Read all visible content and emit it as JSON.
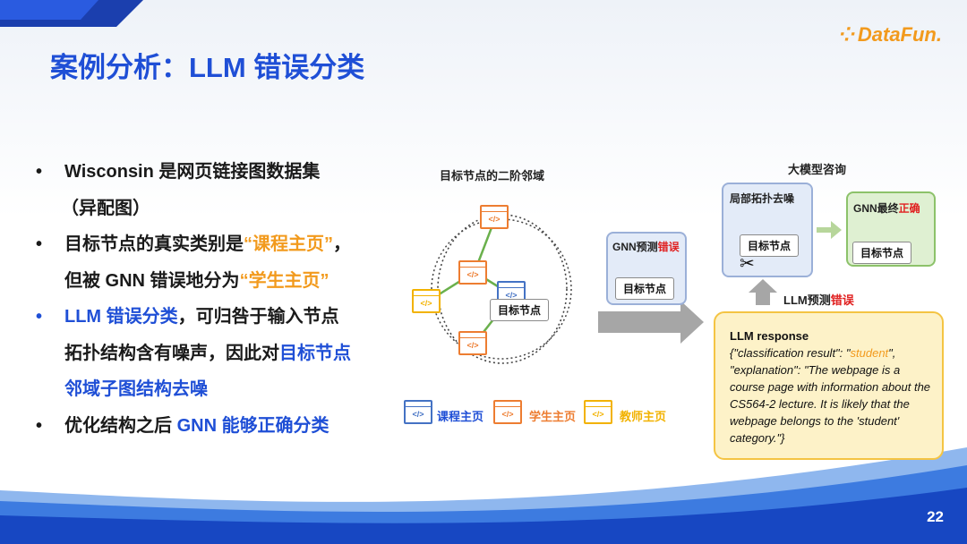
{
  "title": "案例分析：LLM 错误分类",
  "logo": {
    "dots": "⁘",
    "text": "DataFun."
  },
  "bullets": [
    {
      "parts": [
        [
          "Wisconsin 是网页链接图数据集",
          "dark"
        ]
      ],
      "cont": [
        [
          "（异配图）",
          "dark"
        ]
      ]
    },
    {
      "parts": [
        [
          "目标节点的真实类别是",
          "dark"
        ],
        [
          "“课程主页”",
          "orange"
        ],
        [
          "，",
          "dark"
        ]
      ],
      "cont": [
        [
          "但被 GNN 错误地分为",
          "dark"
        ],
        [
          "“学生主页”",
          "orange"
        ]
      ]
    },
    {
      "parts": [
        [
          "LLM 错误分类",
          "blue"
        ],
        [
          "，可归咎于输入节点",
          "dark"
        ]
      ],
      "cont": [
        [
          "拓扑结构含有噪声，因此对",
          "dark"
        ],
        [
          "目标节点",
          "blue"
        ]
      ],
      "cont2": [
        [
          "邻域子图结构去噪",
          "blue"
        ]
      ],
      "dotColor": "blue"
    },
    {
      "parts": [
        [
          "优化结构之后 ",
          "dark"
        ],
        [
          "GNN 能够正确分类",
          "blue"
        ]
      ]
    }
  ],
  "diagram": {
    "neighborhood_label": "目标节点的二阶邻域",
    "target_node": "目标节点",
    "gnn_pred_prefix": "GNN预测",
    "gnn_pred_wrong": "错误",
    "llm_consult": "大模型咨询",
    "denoise_label": "局部拓扑去噪",
    "gnn_final_prefix": "GNN最终",
    "gnn_final_right": "正确",
    "llm_pred_prefix": "LLM预测",
    "llm_pred_wrong": "错误",
    "code_glyph": "</>",
    "legend": [
      {
        "label": "课程主页",
        "color": "#4472c4"
      },
      {
        "label": "学生主页",
        "color": "#ed7d31"
      },
      {
        "label": "教师主页",
        "color": "#f2b200"
      }
    ]
  },
  "response": {
    "title": "LLM response",
    "line1_a": "{\"classification result\": \"",
    "line1_b": "student",
    "line1_c": "\",",
    "body": "\"explanation\": \"The webpage is a course page with information about the CS564-2 lecture. It is likely that the webpage belongs to the 'student' category.\"}"
  },
  "page_number": "22"
}
